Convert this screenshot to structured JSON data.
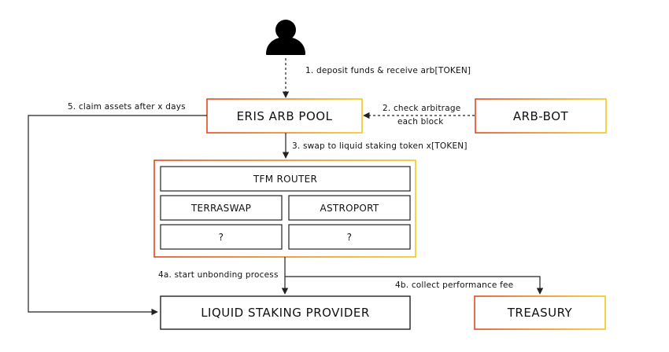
{
  "nodes": {
    "eris_arb_pool": "ERIS ARB POOL",
    "arb_bot": "ARB-BOT",
    "tfm_router": "TFM ROUTER",
    "terraswap": "TERRASWAP",
    "astroport": "ASTROPORT",
    "unknown_1": "?",
    "unknown_2": "?",
    "liquid_staking_provider": "LIQUID STAKING PROVIDER",
    "treasury": "TREASURY"
  },
  "edges": {
    "deposit": "1. deposit funds & receive arb[TOKEN]",
    "check_arb_line1": "2. check arbitrage",
    "check_arb_line2": "each block",
    "swap": "3. swap to liquid staking token x[TOKEN]",
    "unbonding": "4a. start unbonding process",
    "perf_fee": "4b. collect performance fee",
    "claim": "5. claim assets after x days"
  },
  "colors": {
    "gradient_start": "#e5471f",
    "gradient_end": "#f2c81a",
    "line": "#222222"
  },
  "icons": {
    "user": "user-icon"
  }
}
